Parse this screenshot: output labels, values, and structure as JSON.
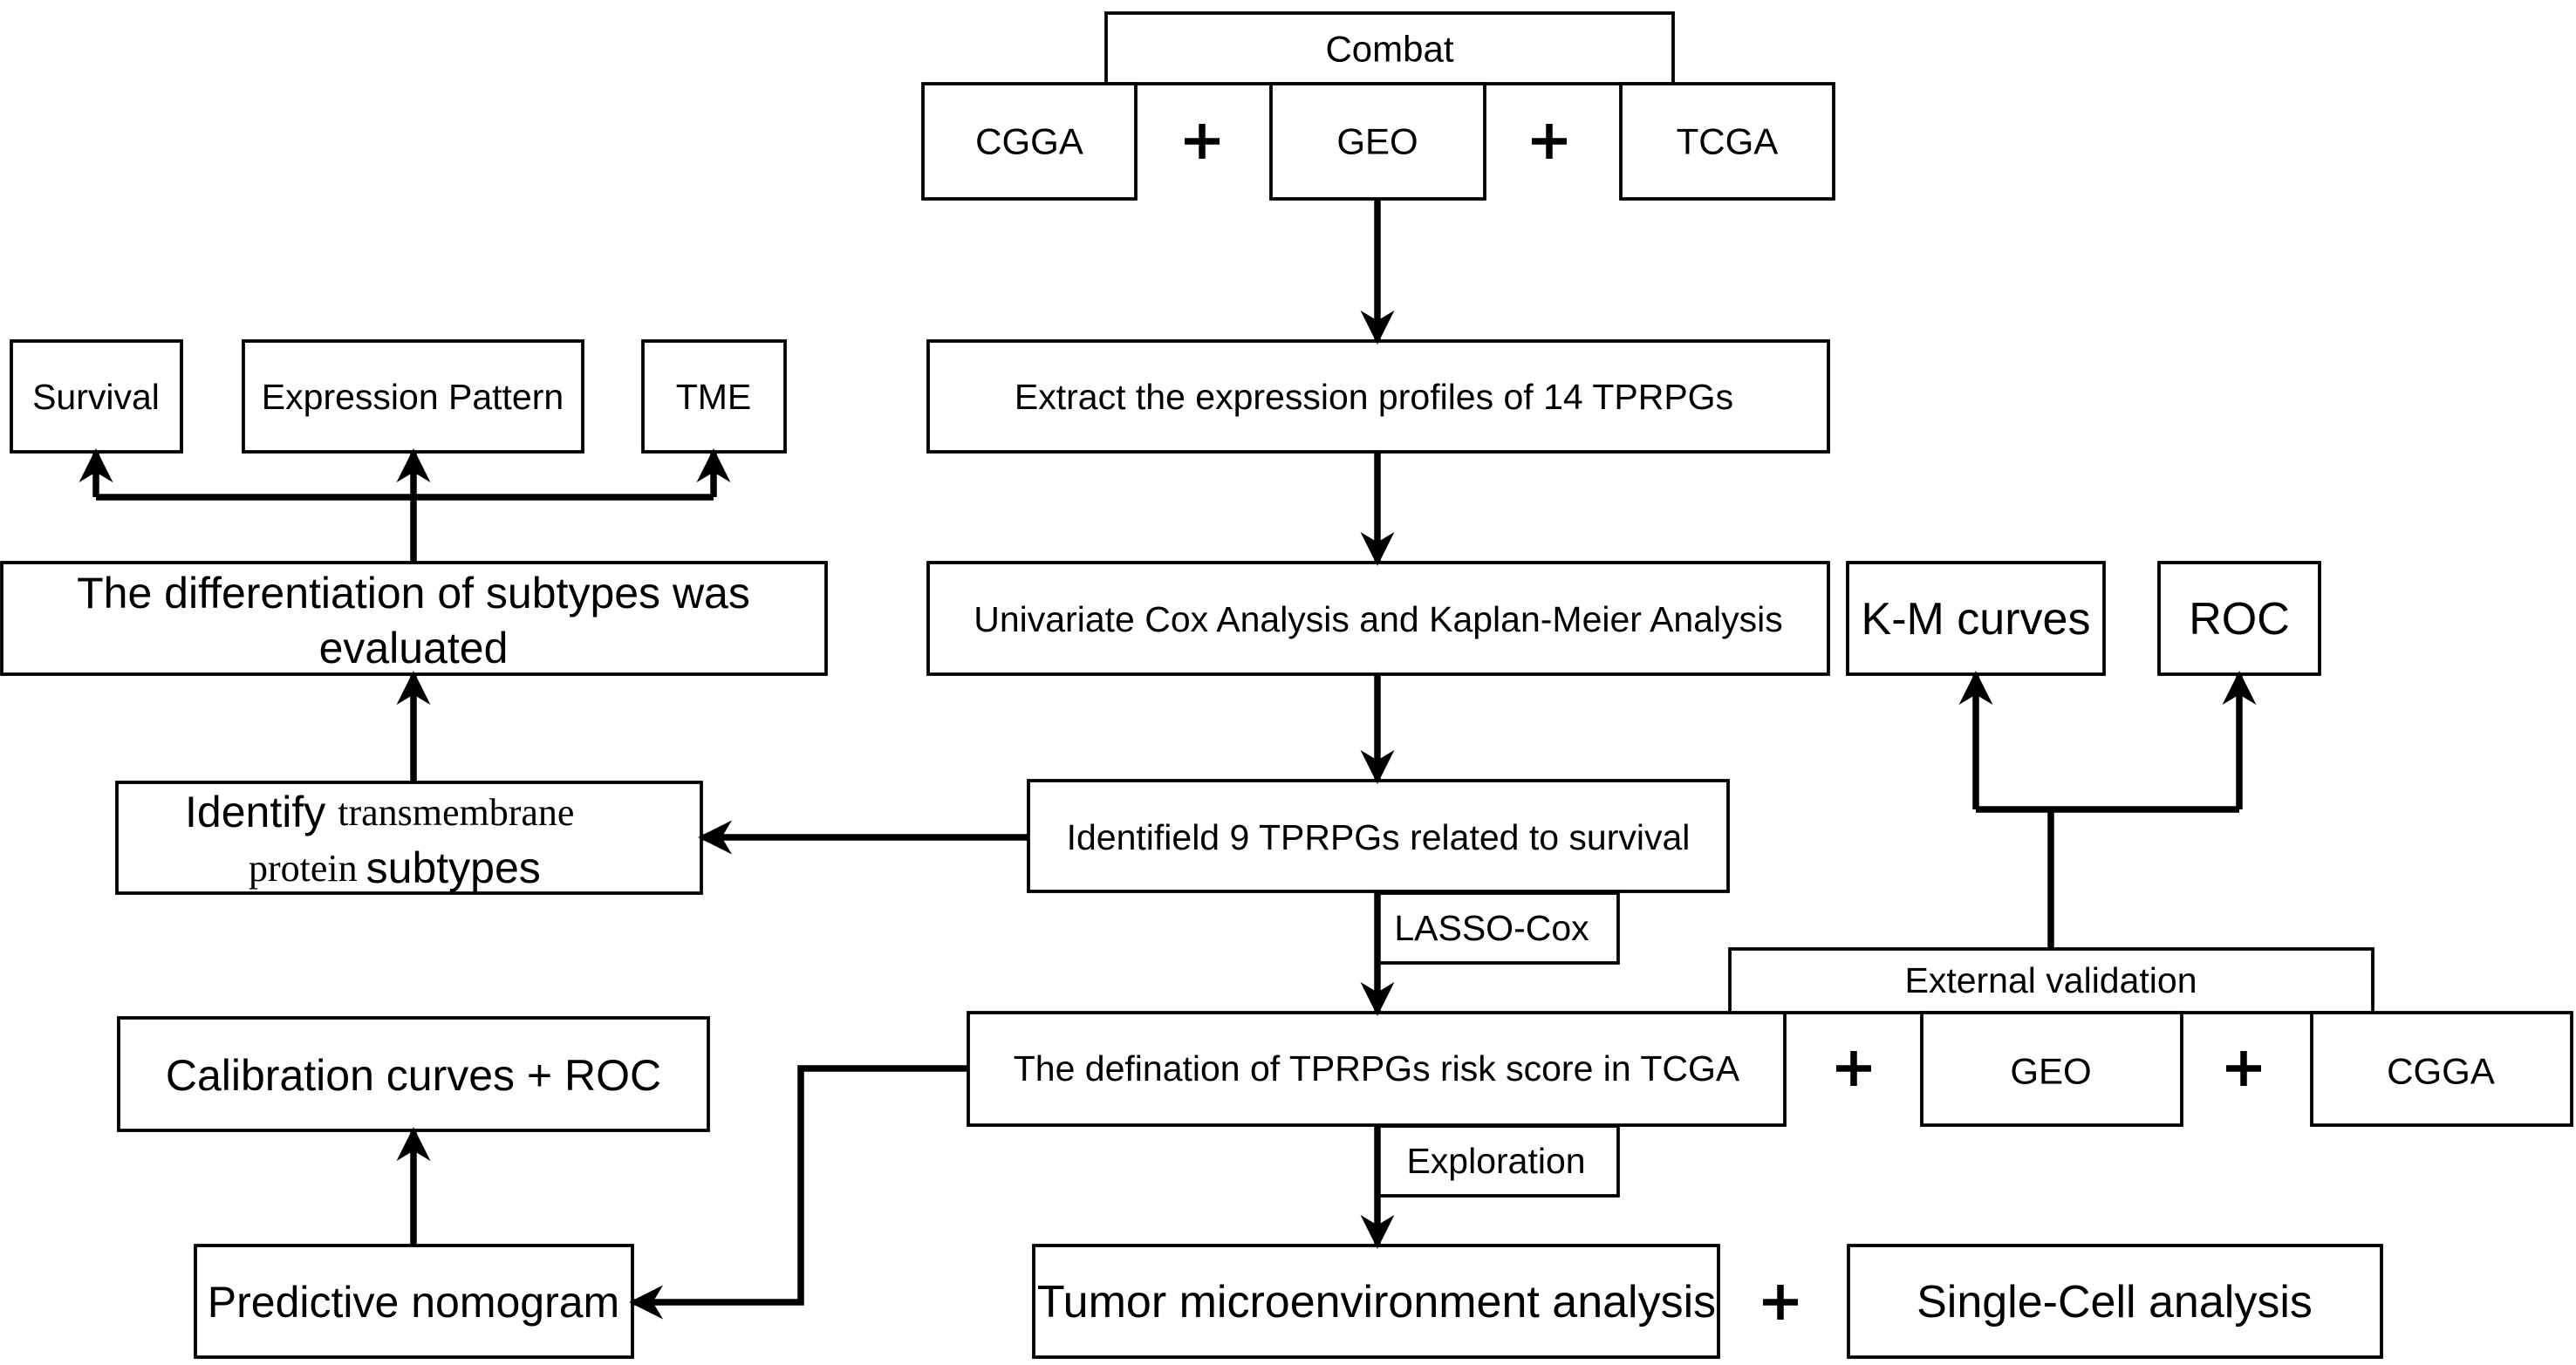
{
  "nodes": {
    "combat": "Combat",
    "cgga_top": "CGGA",
    "geo_top": "GEO",
    "tcga_top": "TCGA",
    "extract": "Extract the expression profiles of 14 TPRPGs",
    "univariate": "Univariate Cox Analysis and Kaplan-Meier Analysis",
    "identified": "Identifield 9  TPRPGs related to survival",
    "lasso": "LASSO-Cox",
    "risk": "The defination of TPRPGs risk score in TCGA",
    "exploration": "Exploration",
    "tme_analysis": "Tumor microenvironment analysis",
    "single_cell": "Single-Cell analysis",
    "identify_subtypes_1a": "Identify",
    "identify_subtypes_1b": "transmembrane",
    "identify_subtypes_2a": "protein",
    "identify_subtypes_2b": "subtypes",
    "differentiation_1": "The differentiation of subtypes was",
    "differentiation_2": "evaluated",
    "survival": "Survival",
    "expression_pattern": "Expression Pattern",
    "tme": "TME",
    "km_curves": "K-M curves",
    "roc": "ROC",
    "external_validation": "External validation",
    "geo_val": "GEO",
    "cgga_val": "CGGA",
    "calibration": "Calibration curves + ROC",
    "nomogram": "Predictive nomogram"
  }
}
